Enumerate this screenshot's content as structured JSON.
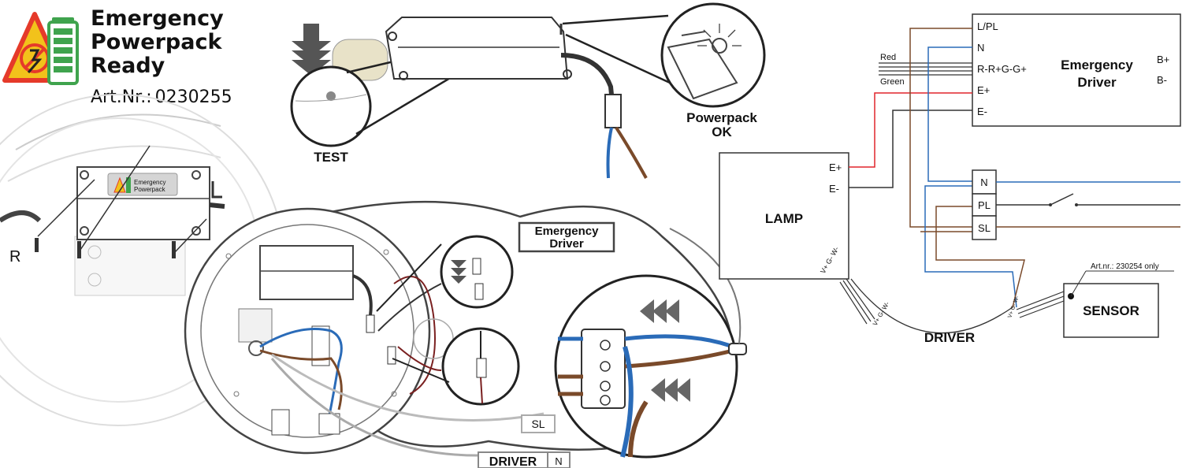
{
  "badge": {
    "line1": "Emergency",
    "line2": "Powerpack",
    "line3": "Ready",
    "art_prefix": "Art.Nr.:",
    "art_number": "0230255"
  },
  "mini_box_label": {
    "line1": "Emergency",
    "line2": "Powerpack"
  },
  "labels": {
    "test": "TEST",
    "powerpack_ok_1": "Powerpack",
    "powerpack_ok_2": "OK",
    "r_marker": "R",
    "emergency_driver_tag_1": "Emergency",
    "emergency_driver_tag_2": "Driver",
    "sl_tag": "SL",
    "driver_tag": "DRIVER",
    "n_tag": "N"
  },
  "terminal_block_labels": [
    "N",
    "PL",
    "SL"
  ],
  "schematic": {
    "emergency_driver": {
      "title_1": "Emergency",
      "title_2": "Driver",
      "terminals_left": [
        "L/PL",
        "N",
        "R-R+G-G+",
        "E+",
        "E-"
      ],
      "terminals_right": [
        "B+",
        "B-"
      ],
      "wire_red": "Red",
      "wire_green": "Green"
    },
    "lamp": {
      "title": "LAMP",
      "terminals": [
        "E+",
        "E-"
      ],
      "bottom_terminals": "V+ G- W-"
    },
    "mains_block": [
      "N",
      "PL",
      "SL"
    ],
    "sensor": {
      "title": "SENSOR",
      "note": "Art.nr.: 230254 only"
    },
    "driver_label": "DRIVER",
    "driver_pins": "V+ G- W-",
    "sensor_pins": "V+ G- W-"
  },
  "colors": {
    "brown": "#7a4a2a",
    "blue": "#2a6bb8",
    "red": "#e0252b",
    "grey_wire": "#a0a0a0",
    "dark": "#333333",
    "green_battery": "#3fa34d",
    "warn_yellow": "#f2c21b",
    "warn_red": "#e53a2a"
  }
}
